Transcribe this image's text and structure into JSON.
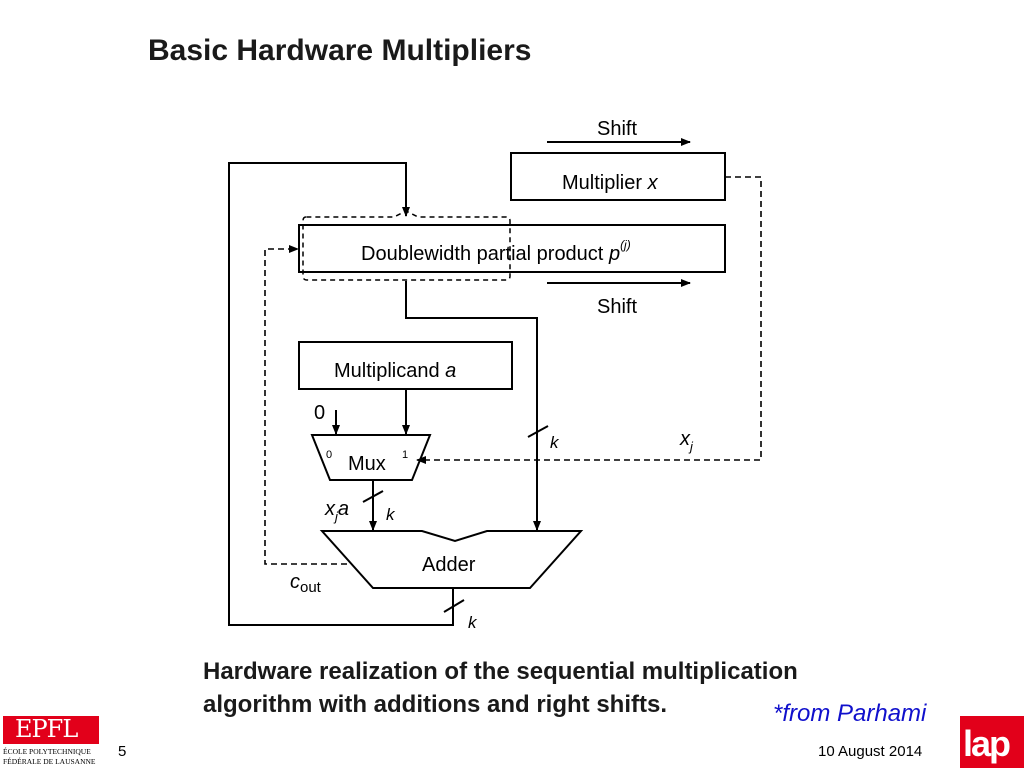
{
  "slide": {
    "title": "Basic Hardware Multipliers",
    "caption_line1": "Hardware realization of the sequential multiplication",
    "caption_line2": "algorithm with additions and right shifts.",
    "credit": "*from Parhami",
    "slide_number": "5",
    "date": "10 August 2014"
  },
  "diagram": {
    "shift_top": "Shift",
    "shift_bottom": "Shift",
    "multiplier_label": "Multiplier",
    "multiplier_var": "x",
    "partial_product_label": "Doublewidth partial product",
    "partial_product_var": "p",
    "partial_product_sup": "(j)",
    "multiplicand_label": "Multiplicand",
    "multiplicand_var": "a",
    "zero_input": "0",
    "mux_label": "Mux",
    "mux_in0": "0",
    "mux_in1": "1",
    "xj_x": "x",
    "xj_sub": "j",
    "xja_x": "x",
    "xja_sub": "j",
    "xja_a": "a",
    "k_mux": "k",
    "k_pp": "k",
    "k_out": "k",
    "adder_label": "Adder",
    "cout_c": "c",
    "cout_sub": "out"
  },
  "logos": {
    "epfl_mark": "EPFL",
    "epfl_line1": "ÉCOLE POLYTECHNIQUE",
    "epfl_line2": "FÉDÉRALE DE LAUSANNE",
    "lap_text": "lap"
  },
  "colors": {
    "credit": "#1010cc",
    "epfl_red": "#e2001a",
    "lap_red": "#e2001a"
  }
}
